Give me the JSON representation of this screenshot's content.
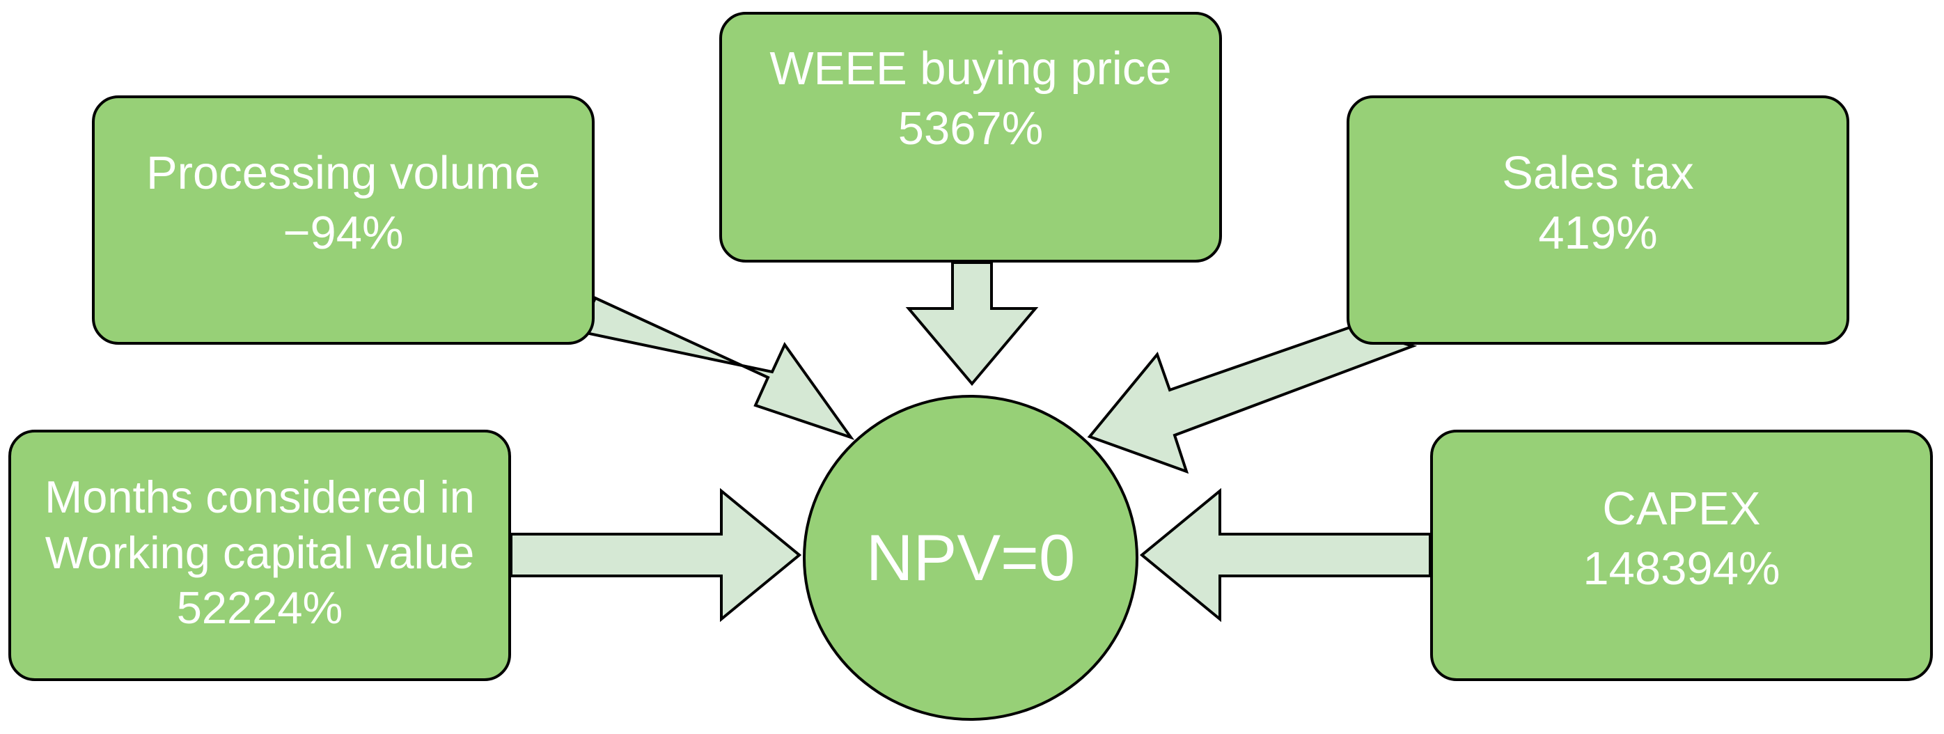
{
  "center": {
    "label": "NPV=0"
  },
  "factors": {
    "processing_volume": {
      "name": "Processing volume",
      "value": "−94%"
    },
    "weee_buying_price": {
      "name": "WEEE buying price",
      "value": "5367%"
    },
    "sales_tax": {
      "name": "Sales tax",
      "value": "419%"
    },
    "months_working_capital": {
      "name_line1": "Months considered in",
      "name_line2": "Working capital value",
      "value": "52224%"
    },
    "capex": {
      "name": "CAPEX",
      "value": "148394%"
    }
  },
  "colors": {
    "box_fill": "#97d077",
    "arrow_fill": "#d5e8d4",
    "outline": "#000000",
    "text": "#ffffff"
  }
}
